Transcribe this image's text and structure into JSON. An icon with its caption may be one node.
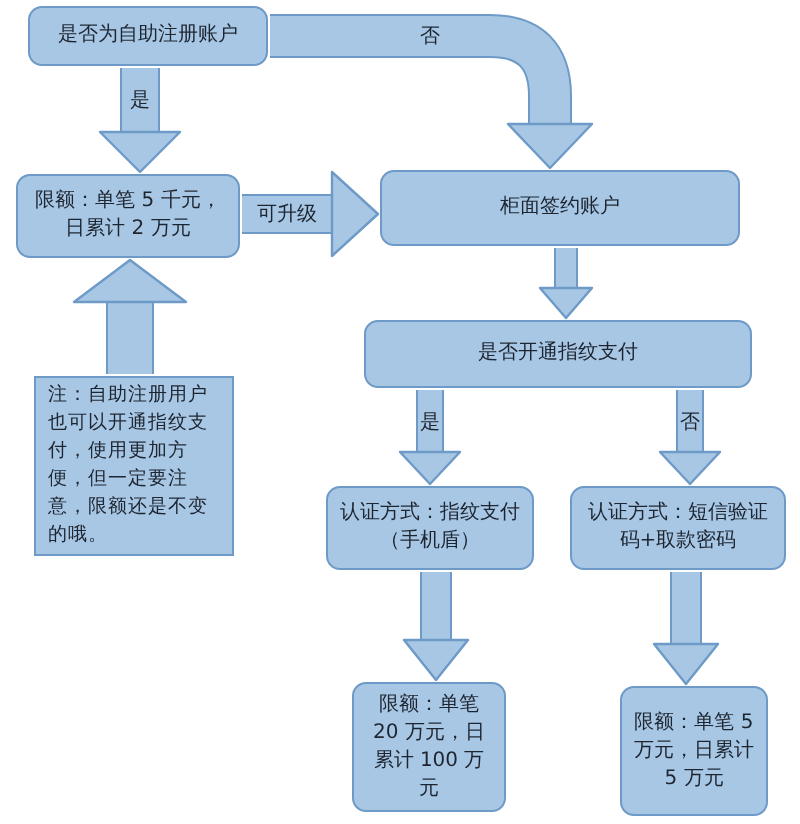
{
  "diagram": {
    "nodes": [
      {
        "text": [
          "是否为自助注册账户"
        ]
      },
      {
        "text": [
          "限额：单笔 5 千元，日累计 2 万元"
        ]
      },
      {
        "text": [
          "柜面签约账户"
        ]
      },
      {
        "text": [
          "是否开通指纹支付"
        ]
      },
      {
        "text": [
          "认证方式：指纹支付（手机盾）"
        ]
      },
      {
        "text": [
          "认证方式：短信验证码+取款密码"
        ]
      },
      {
        "text": [
          "限额：单笔 20 万元，日累计 100 万元"
        ]
      },
      {
        "text": [
          "限额：单笔 5 万元，日累计 5 万元"
        ]
      },
      {
        "text": [
          "注：自助注册用户也可以开通指纹支付，使用更加方便，但一定要注意，限额还是不变的哦。"
        ]
      }
    ],
    "edges": [
      {
        "from": 0,
        "to": 1,
        "arrow": "to",
        "label": "是"
      },
      {
        "from": 0,
        "to": 2,
        "arrow": "to",
        "label": "否"
      },
      {
        "from": 1,
        "to": 2,
        "arrow": "to",
        "label": "可升级"
      },
      {
        "from": 2,
        "to": 3,
        "arrow": "to"
      },
      {
        "from": 3,
        "to": 4,
        "arrow": "to",
        "label": "是"
      },
      {
        "from": 3,
        "to": 5,
        "arrow": "to",
        "label": "否"
      },
      {
        "from": 4,
        "to": 6,
        "arrow": "to"
      },
      {
        "from": 5,
        "to": 7,
        "arrow": "to"
      },
      {
        "from": 8,
        "to": 1,
        "arrow": "to"
      }
    ]
  }
}
